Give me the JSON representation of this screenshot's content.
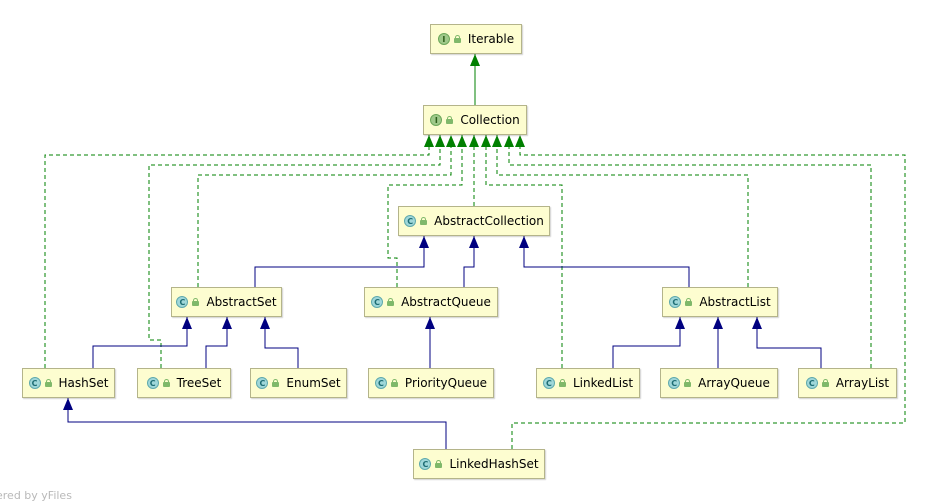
{
  "nodes": {
    "iterable": {
      "name": "Iterable",
      "kind": "interface"
    },
    "collection": {
      "name": "Collection",
      "kind": "interface"
    },
    "abstract_collection": {
      "name": "AbstractCollection",
      "kind": "class"
    },
    "abstract_set": {
      "name": "AbstractSet",
      "kind": "class"
    },
    "abstract_queue": {
      "name": "AbstractQueue",
      "kind": "class"
    },
    "abstract_list": {
      "name": "AbstractList",
      "kind": "class"
    },
    "hash_set": {
      "name": "HashSet",
      "kind": "class"
    },
    "tree_set": {
      "name": "TreeSet",
      "kind": "class"
    },
    "enum_set": {
      "name": "EnumSet",
      "kind": "class"
    },
    "priority_queue": {
      "name": "PriorityQueue",
      "kind": "class"
    },
    "linked_list": {
      "name": "LinkedList",
      "kind": "class"
    },
    "array_queue": {
      "name": "ArrayQueue",
      "kind": "class"
    },
    "array_list": {
      "name": "ArrayList",
      "kind": "class"
    },
    "linked_hash_set": {
      "name": "LinkedHashSet",
      "kind": "class"
    }
  },
  "badges": {
    "class": "C",
    "interface": "I"
  },
  "colors": {
    "extends": "#000080",
    "implements": "#008000",
    "node_fill": "#fdfdd0"
  },
  "footer": "ered by yFiles"
}
